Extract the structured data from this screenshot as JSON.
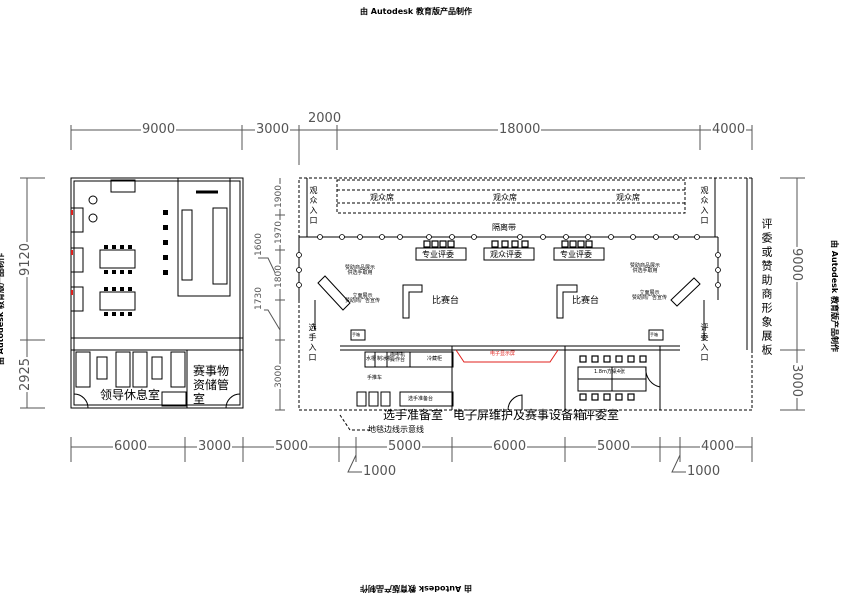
{
  "watermark": "由 Autodesk 教育版产品制作",
  "dimensions": {
    "top": [
      "9000",
      "3000",
      "2000",
      "18000",
      "4000"
    ],
    "bottom": [
      "6000",
      "3000",
      "5000",
      "5000",
      "6000",
      "5000",
      "4000"
    ],
    "bottom_small": [
      "1000",
      "1000"
    ],
    "left": [
      "9120",
      "2925"
    ],
    "right": [
      "9000",
      "3000"
    ],
    "middle": [
      "1900",
      "1970",
      "1600",
      "1800",
      "1730",
      "3000"
    ]
  },
  "hall": {
    "audience_seats": [
      "观众席",
      "观众席",
      "观众席"
    ],
    "audience_entrance": "观众入口",
    "barrier": "隔离带",
    "judges_pro": "专业评委",
    "judges_audience": "观众评委",
    "stage": "比赛台",
    "sponsor_goods": "赞助商品展示\n供选手取用",
    "sponsor_ad": "立面展示\n赞助商广告宣传",
    "player_entrance": "选手入口",
    "judge_entrance": "评委入口",
    "sign_board": "评委或赞助商形象展板",
    "screen": "电子显示屏",
    "carpet_line": "地毯边线示意线",
    "cart": "手推车",
    "sink": "水槽",
    "ice_machine": "制冰机",
    "coffee": "咖啡机\n操作台",
    "fridge": "冷藏柜",
    "prep_table": "选手准备台",
    "table_note": "1.8m方桌4张",
    "extinguisher": "手箱"
  },
  "rooms": {
    "player_prep": "选手准备室",
    "screen_maint": "电子屏维护及赛事设备箱",
    "judges_room": "评委室",
    "leader_lounge": "领导休息室",
    "storage": "赛事物资储管室"
  },
  "colors": {
    "line": "#000000",
    "dim": "#555555",
    "accent": "#e0201c"
  }
}
